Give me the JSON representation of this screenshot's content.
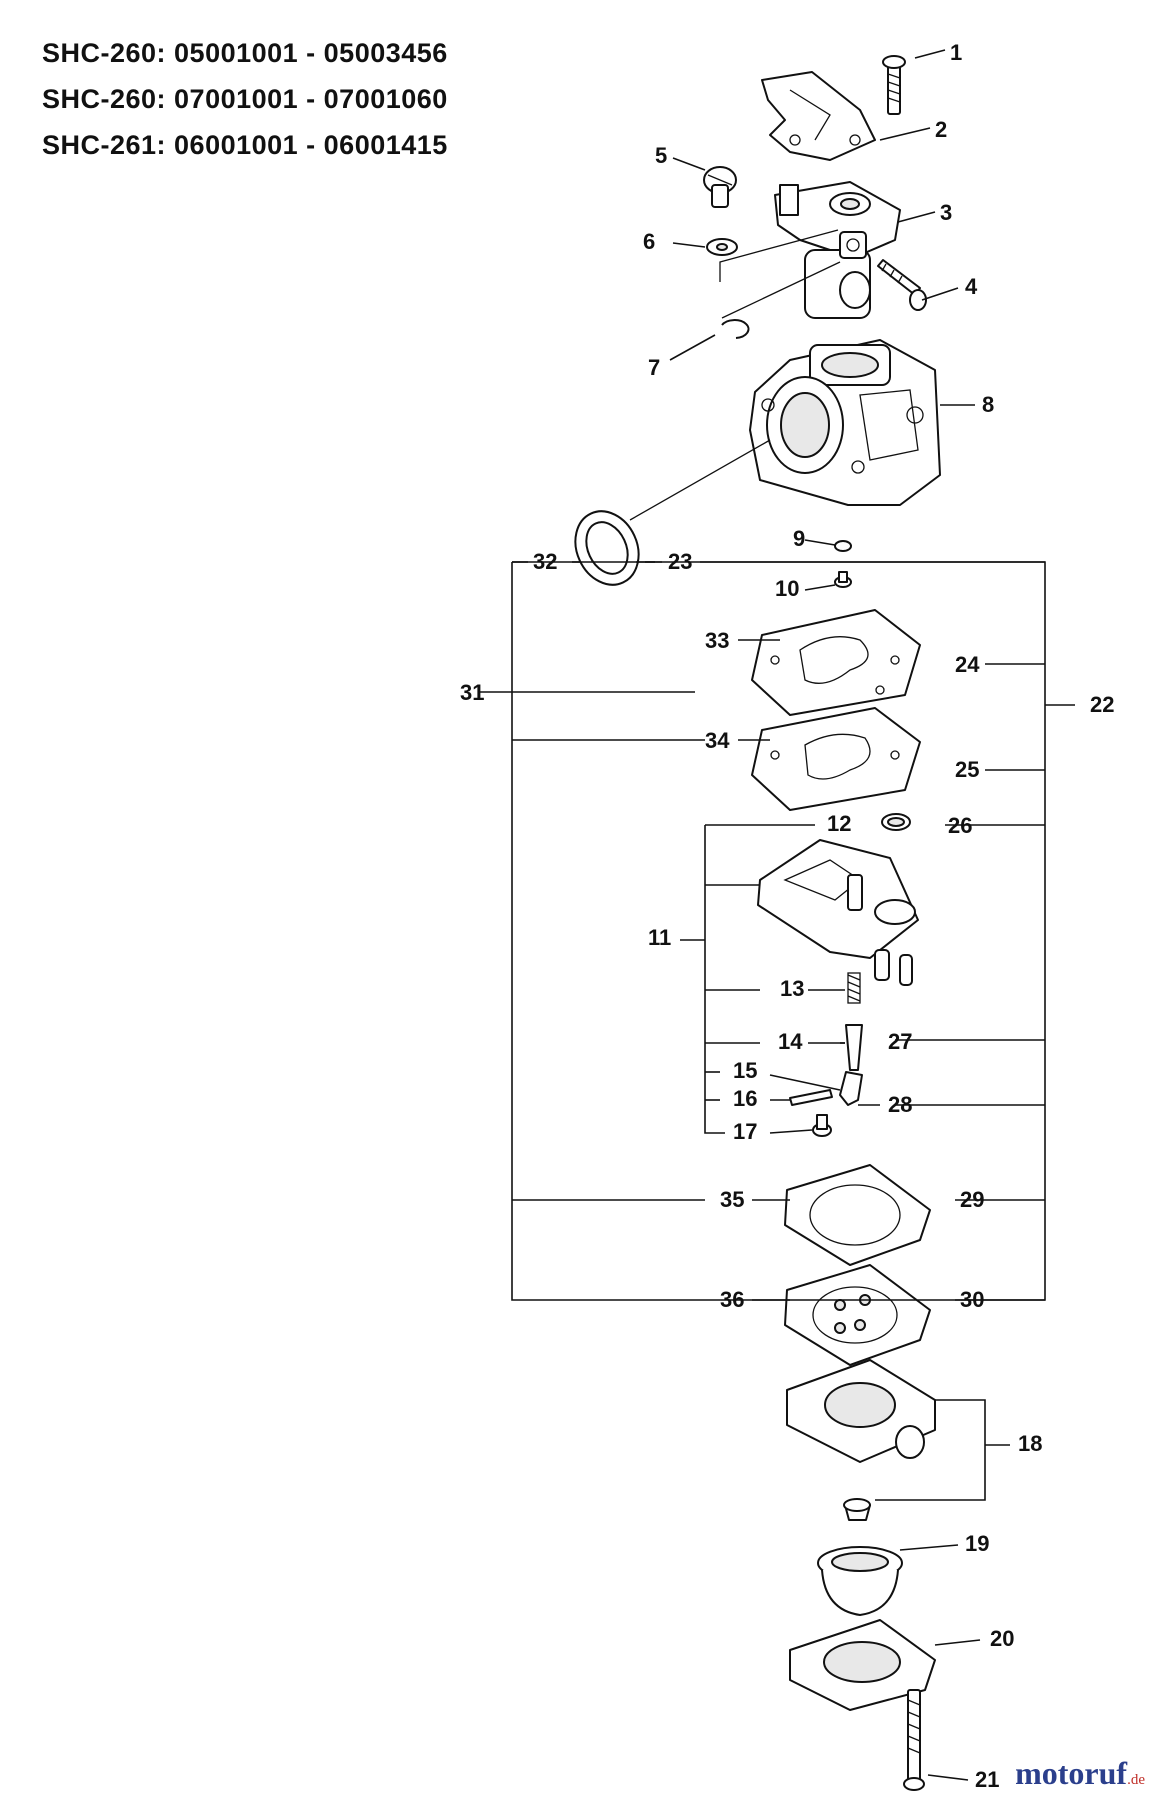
{
  "serial_ranges": [
    "SHC-260: 05001001 - 05003456",
    "SHC-260: 07001001 - 07001060",
    "SHC-261: 06001001 - 06001415"
  ],
  "part_labels": {
    "p1": "1",
    "p2": "2",
    "p3": "3",
    "p4": "4",
    "p5": "5",
    "p6": "6",
    "p7": "7",
    "p8": "8",
    "p9": "9",
    "p10": "10",
    "p11": "11",
    "p12": "12",
    "p13": "13",
    "p14": "14",
    "p15": "15",
    "p16": "16",
    "p17": "17",
    "p18": "18",
    "p19": "19",
    "p20": "20",
    "p21": "21",
    "p22": "22",
    "p23": "23",
    "p24": "24",
    "p25": "25",
    "p26": "26",
    "p27": "27",
    "p28": "28",
    "p29": "29",
    "p30": "30",
    "p31": "31",
    "p32": "32",
    "p33": "33",
    "p34": "34",
    "p35": "35",
    "p36": "36"
  },
  "logo": {
    "name": "motoruf",
    "suffix": ".de"
  }
}
